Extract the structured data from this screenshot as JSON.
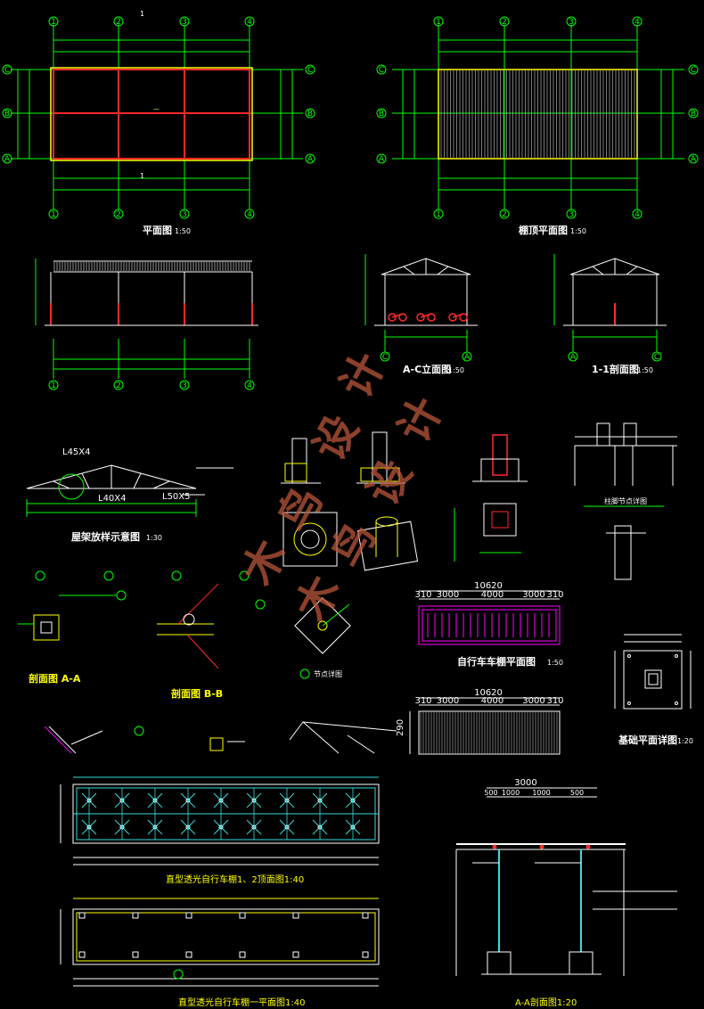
{
  "colors": {
    "background": "#000000",
    "line_green": "#00ff00",
    "line_red": "#ff2a2a",
    "line_yellow": "#ffff00",
    "line_cyan": "#33dddd",
    "line_magenta": "#ff00ff",
    "line_white": "#ffffff",
    "watermark": "#b8563a"
  },
  "grid_labels": {
    "cols": [
      "1",
      "2",
      "3",
      "4"
    ],
    "rows": [
      "C",
      "B",
      "A"
    ]
  },
  "drawings": {
    "plan_title": "平面图",
    "plan_scale": "1:50",
    "roof_plan_title": "棚顶平面图",
    "roof_plan_scale": "1:50",
    "elev_title": "A-C立面图",
    "elev_scale": "1:50",
    "section_title": "1-1剖面图",
    "section_scale": "1:50",
    "truss_title": "屋架放样示意图",
    "truss_scale": "1:30",
    "truss_label_1": "L45X4",
    "truss_label_2": "L40X4",
    "truss_label_3": "L50X5",
    "detail_title": "柱脚节点详图",
    "section_aa_title": "剖面图 A-A",
    "section_bb_title": "剖面图 B-B",
    "node_title": "节点详图",
    "bike_plan_title": "自行车车棚平面图",
    "bike_plan_scale": "1:50",
    "bike_total": "10620",
    "bike_dims": [
      "310",
      "3000",
      "4000",
      "3000",
      "310"
    ],
    "bike_height": "290",
    "foundation_title": "基础平面详图",
    "foundation_scale": "1:20",
    "top_view_title": "直型透光自行车棚1、2顶面图1:40",
    "plan_view_title": "直型透光自行车棚一平面图1:40",
    "aa_section_title": "A-A剖面图1:20",
    "aa_section_dims": [
      "500",
      "1000",
      "1000",
      "500"
    ],
    "aa_total": "3000"
  }
}
